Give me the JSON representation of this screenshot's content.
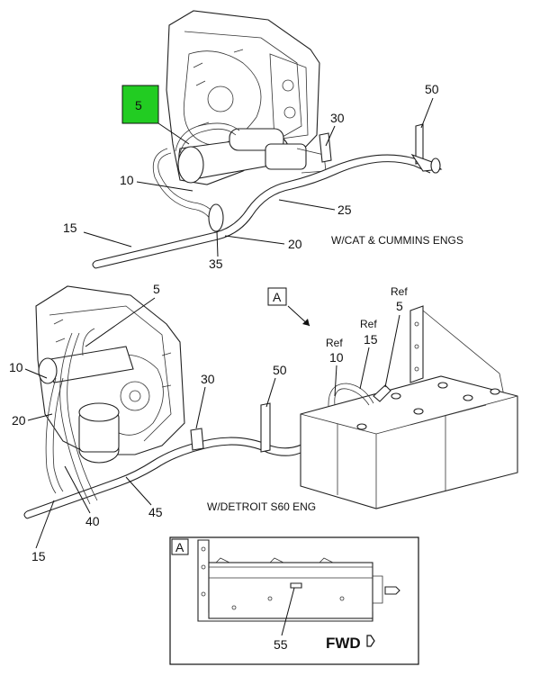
{
  "colors": {
    "highlight": "#22cc22",
    "line": "#111111",
    "background": "#ffffff"
  },
  "top_view": {
    "caption": "W/CAT & CUMMINS ENGS",
    "callouts": {
      "c5": "5",
      "c50": "50",
      "c30": "30",
      "c10": "10",
      "c25": "25",
      "c15": "15",
      "c20": "20",
      "c35": "35"
    }
  },
  "middle_view": {
    "caption": "W/DETROIT S60 ENG",
    "view_marker": "A",
    "callouts": {
      "c5": "5",
      "c10": "10",
      "c20": "20",
      "c30": "30",
      "c50": "50",
      "c40": "40",
      "c45": "45",
      "c15": "15"
    },
    "ref_labels": [
      {
        "ref": "Ref",
        "num": "10"
      },
      {
        "ref": "Ref",
        "num": "15"
      },
      {
        "ref": "Ref",
        "num": "5"
      }
    ]
  },
  "detail_view": {
    "marker": "A",
    "callout": "55",
    "fwd_label": "FWD"
  },
  "icons": [
    "fwd-arrow-icon",
    "view-arrow-icon"
  ]
}
